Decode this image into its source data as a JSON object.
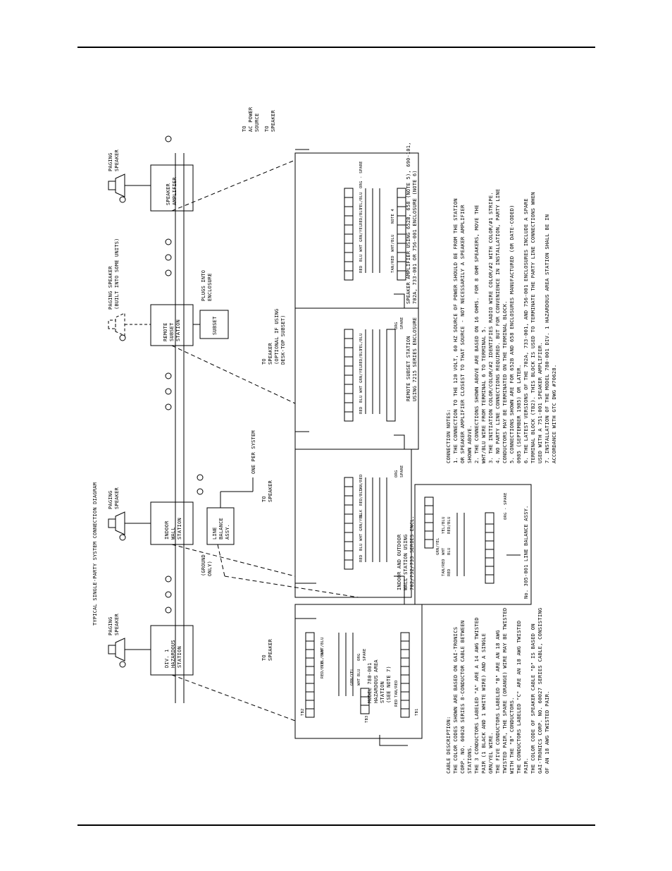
{
  "diagram": {
    "title": "TYPICAL SINGLE-PARTY SYSTEM CONNECTION DIAGRAM",
    "blocks": {
      "hazardous_station": [
        "DIV. 1",
        "HAZARDOUS",
        "STATION"
      ],
      "indoor_wall_station": [
        "INDOOR",
        "WALL",
        "STATION"
      ],
      "line_balance": [
        "LINE",
        "BALANCE",
        "ASSY."
      ],
      "remote_subset_station": [
        "REMOTE",
        "SUBSET",
        "STATION"
      ],
      "subset": "SUBSET",
      "speaker_amplifier": [
        "SPEAKER",
        "AMPLIFIER"
      ]
    },
    "labels": {
      "paging_speaker": [
        "PAGING",
        "SPEAKER"
      ],
      "paging_speaker_builtin": [
        "PAGING SPEAKER",
        "(BUILT INTO SOME UNITS)"
      ],
      "one_per_system": "ONE PER SYSTEM",
      "ground_only": [
        "(GROUND",
        "ONLY)"
      ],
      "plugs_into": [
        "PLUGS INTO",
        "ENCLOSURE"
      ],
      "to_ac_power": [
        "TO",
        "AC POWER",
        "SOURCE"
      ],
      "to_speaker": [
        "TO",
        "SPEAKER"
      ],
      "to_speaker_optional": [
        "TO",
        "SPEAKER",
        "(OPTIONAL IF USING",
        "DESK-TOP SUBSET)"
      ]
    },
    "enclosures": {
      "hazardous": [
        "MODEL 780-001",
        "HAZARDOUS AREA",
        "STATION",
        "(SEE NOTE 7)"
      ],
      "line_balance_assy": "No. 305-001 LINE BALANCE ASSY.",
      "indoor_outdoor": [
        "INDOOR AND OUTDOOR",
        "WALL STATION USING",
        "702/732/733 SERIES ENCL."
      ],
      "remote_subset": [
        "REMOTE SUBSET STATION",
        "USING 7215 SERIES ENCLOSURE"
      ],
      "speaker_amplifier": [
        "SPEAKER AMPLIFIER USING 652B, 658 (NOTE 5), 690-101,",
        "702A, 733-001 OR 756-001 ENCLOSURE (NOTE 6)"
      ]
    },
    "wire_labels": {
      "red": "RED",
      "tan_red": "TAN/RED",
      "blu": "BLU",
      "wht": "WHT",
      "grn_yel": "GRN/YEL",
      "red_blu": "RED/BLU",
      "yel_blu": "YEL/BLU",
      "wht_blu": "WHT/BLU",
      "blk": "BLK",
      "org": "ORG",
      "spare": "SPARE",
      "org_spare": "ORG - SPARE",
      "note4": "NOTE 4",
      "tb1": "TB1",
      "tb2": "TB2",
      "tb3": "TB3"
    },
    "cable_description": {
      "heading": "CABLE DESCRIPTION:",
      "lines": [
        "THE COLOR CODES SHOWN ARE BASED ON GAI-TRONICS",
        "CORP. NO. 60026 SERIES 8-CONDUCTOR CABLE BETWEEN",
        "STATIONS.",
        "THE 3 CONDUCTORS LABELED \"A\" ARE A 14 AWG TWISTED",
        "PAIR (1 BLACK AND 1 WHITE WIRE) AND A SINGLE",
        "GRN/YEL WIRE.",
        "THE FIVE CONDUCTORS LABELED \"B\" ARE AN 18 AWG",
        "TWISTED PAIR, THE SPARE (ORANGE) WIRE MAY BE TWISTED",
        "WITH THE \"B\" CONDUCTORS.",
        "THE CONDUCTORS LABELED \"C\" ARE AN 18 AWG TWISTED",
        "PAIR.",
        "THE COLOR CODE OF SPEAKER CABLE \"D\" IS BASED ON",
        "GAI-TRONICS CORP. NO. 60027 SERIES CABLE, CONSISTING",
        "OF AN 18 AWG TWISTED PAIR."
      ]
    },
    "connection_notes": {
      "heading": "CONNECTION NOTES:",
      "lines": [
        "1. THE CONNECTION TO THE 120 VOLT, 60 HZ SOURCE OF POWER SHOULD BE FROM THE STATION",
        "OR SPEAKER AMPLIFIER CLOSEST TO THAT SOURCE - NOT NECESSARILY A SPEAKER AMPLIFIER",
        "SHOWN ABOVE.",
        "2. THE CONNECTIONS SHOWN ABOVE ARE BASED ON 16 OHMS. FOR 8 OHM SPEAKERS, MOVE THE",
        "WHT/BLU WIRE FROM TERMINAL 6 TO TERMINAL 5.",
        "3. THE INITIATION COLOR/COLOR/#2 IDENTIFIES RADIO WIRE COLOR/#2 WITH COLOR/#1 STRIPE.",
        "4. NO PARTY LINE CONNECTIONS REQUIRED. BUT FOR CONVENIENCE IN INSTALLATION, PARTY LINE",
        "CONDUCTORS MAY BE TERMINATED ON THE TERMINAL BLOCK.",
        "5. CONNECTIONS SHOWN ARE FOR 652B AND 658 ENCLOSURES MANUFACTURED (OR DATE-CODED)",
        "0985 (SEPTEMBER 1985) OR LATER.",
        "6. THE LATEST VERSIONS OF THE 702A, 733-001, AND 756-001 ENCLOSURES INCLUDE A SPARE",
        "TERMINAL BLOCK (TB2). THIS BLOCK IS USED TO TERMINATE THE PARTY LINE CONNECTIONS WHEN",
        "USED WITH A 751-001 SPEAKER AMPLIFIER.",
        "7. INSTALLATION OF THE MODEL 780-001 DIV. 1 HAZARDOUS AREA STATION SHALL BE IN",
        "ACCORDANCE WITH GTC DWG #70628."
      ]
    }
  }
}
